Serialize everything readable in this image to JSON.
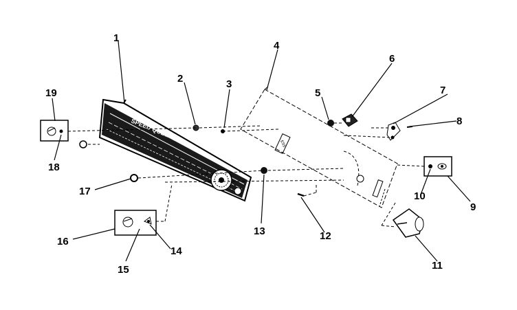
{
  "diagram": {
    "brand_text": "SPEED QUEEN",
    "callouts": [
      "1",
      "2",
      "3",
      "4",
      "5",
      "6",
      "7",
      "8",
      "9",
      "10",
      "11",
      "12",
      "13",
      "14",
      "15",
      "16",
      "17",
      "18",
      "19"
    ]
  }
}
